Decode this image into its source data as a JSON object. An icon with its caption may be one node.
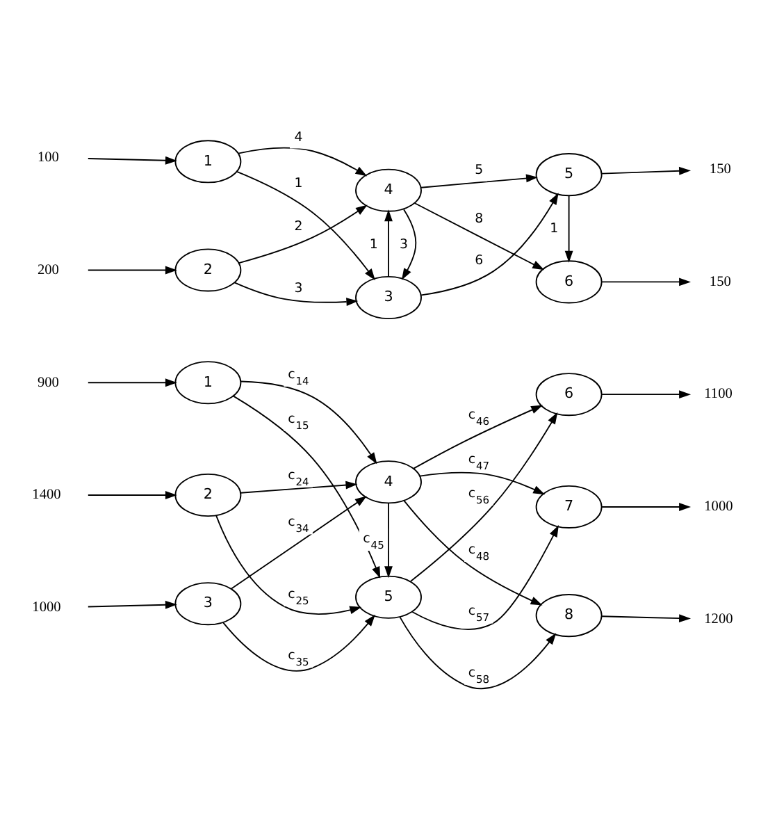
{
  "diagram": {
    "nodes": [
      {
        "text": [
          "1"
        ]
      },
      {
        "text": [
          "2"
        ]
      },
      {
        "text": [
          "3"
        ]
      },
      {
        "text": [
          "4"
        ]
      },
      {
        "text": [
          "5"
        ]
      },
      {
        "text": [
          "6"
        ]
      },
      {
        "text": [
          "100"
        ]
      },
      {
        "text": [
          "200"
        ]
      },
      {
        "text": [
          "150"
        ]
      },
      {
        "text": [
          "150"
        ]
      },
      {
        "text": [
          "1"
        ]
      },
      {
        "text": [
          "2"
        ]
      },
      {
        "text": [
          "3"
        ]
      },
      {
        "text": [
          "4"
        ]
      },
      {
        "text": [
          "5"
        ]
      },
      {
        "text": [
          "6"
        ]
      },
      {
        "text": [
          "7"
        ]
      },
      {
        "text": [
          "8"
        ]
      },
      {
        "text": [
          "900"
        ]
      },
      {
        "text": [
          "1400"
        ]
      },
      {
        "text": [
          "1000"
        ]
      },
      {
        "text": [
          "1100"
        ]
      },
      {
        "text": [
          "1000"
        ]
      },
      {
        "text": [
          "1200"
        ]
      }
    ],
    "edges": [
      {
        "from": 6,
        "to": 0,
        "arrow": "to"
      },
      {
        "from": 7,
        "to": 1,
        "arrow": "to"
      },
      {
        "from": 0,
        "to": 2,
        "arrow": "to",
        "label": "1"
      },
      {
        "from": 0,
        "to": 3,
        "arrow": "to",
        "label": "4"
      },
      {
        "from": 1,
        "to": 2,
        "arrow": "to",
        "label": "3"
      },
      {
        "from": 1,
        "to": 3,
        "arrow": "to",
        "label": "2"
      },
      {
        "from": 2,
        "to": 3,
        "arrow": "to",
        "label": "1"
      },
      {
        "from": 3,
        "to": 2,
        "arrow": "to",
        "label": "3"
      },
      {
        "from": 2,
        "to": 4,
        "arrow": "to",
        "label": "6"
      },
      {
        "from": 3,
        "to": 4,
        "arrow": "to",
        "label": "5"
      },
      {
        "from": 3,
        "to": 5,
        "arrow": "to",
        "label": "8"
      },
      {
        "from": 4,
        "to": 5,
        "arrow": "to",
        "label": "1"
      },
      {
        "from": 4,
        "to": 8,
        "arrow": "to"
      },
      {
        "from": 5,
        "to": 9,
        "arrow": "to"
      },
      {
        "from": 18,
        "to": 10,
        "arrow": "to"
      },
      {
        "from": 19,
        "to": 11,
        "arrow": "to"
      },
      {
        "from": 20,
        "to": 12,
        "arrow": "to"
      },
      {
        "from": 10,
        "to": 13,
        "arrow": "to",
        "label": "c$_{14}$"
      },
      {
        "from": 10,
        "to": 14,
        "arrow": "to",
        "label": "c$_{15}$"
      },
      {
        "from": 11,
        "to": 13,
        "arrow": "to",
        "label": "c$_{24}$"
      },
      {
        "from": 11,
        "to": 14,
        "arrow": "to",
        "label": "c$_{25}$"
      },
      {
        "from": 12,
        "to": 13,
        "arrow": "to",
        "label": "c$_{34}$"
      },
      {
        "from": 12,
        "to": 14,
        "arrow": "to",
        "label": "c$_{35}$"
      },
      {
        "from": 13,
        "to": 14,
        "arrow": "to",
        "label": "c$_{45}$"
      },
      {
        "from": 13,
        "to": 15,
        "arrow": "to",
        "label": "c$_{46}$"
      },
      {
        "from": 13,
        "to": 16,
        "arrow": "to",
        "label": "c$_{47}$"
      },
      {
        "from": 13,
        "to": 17,
        "arrow": "to",
        "label": "c$_{48}$"
      },
      {
        "from": 14,
        "to": 15,
        "arrow": "to",
        "label": "c$_{56}$"
      },
      {
        "from": 14,
        "to": 16,
        "arrow": "to",
        "label": "c$_{57}$"
      },
      {
        "from": 14,
        "to": 17,
        "arrow": "to",
        "label": "c$_{58}$"
      },
      {
        "from": 15,
        "to": 21,
        "arrow": "to"
      },
      {
        "from": 16,
        "to": 22,
        "arrow": "to"
      },
      {
        "from": 17,
        "to": 23,
        "arrow": "to"
      }
    ]
  }
}
